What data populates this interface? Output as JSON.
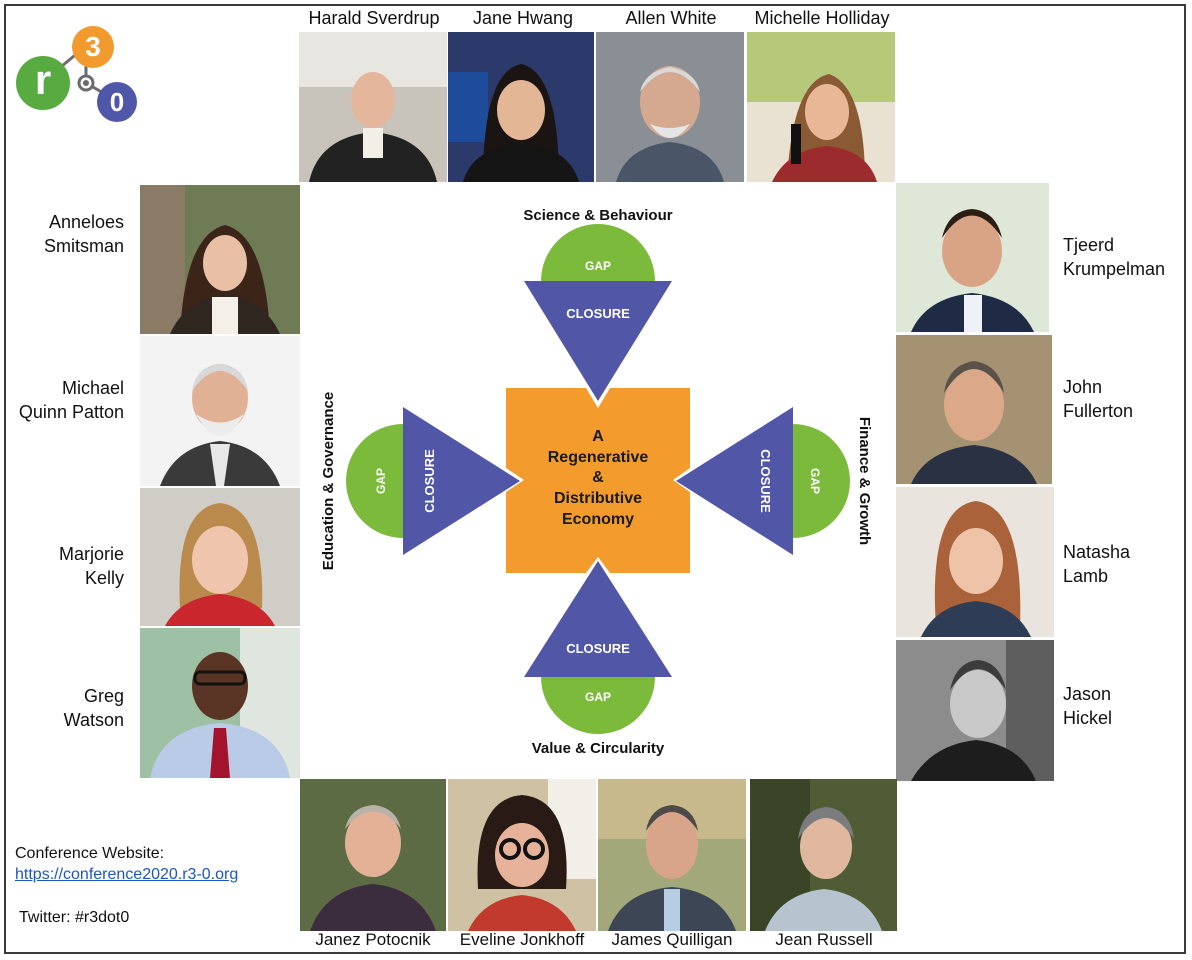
{
  "logo": {
    "top_digit": "3",
    "left_letter": "r",
    "right_digit": "0",
    "colors": {
      "orange": "#f29a2e",
      "green": "#58ab41",
      "blue": "#4f58a8",
      "connector": "#6b6b6b"
    }
  },
  "speakers": {
    "top": [
      "Harald Sverdrup",
      "Jane Hwang",
      "Allen White",
      "Michelle Holliday"
    ],
    "left": [
      "Anneloes\nSmitsman",
      "Michael\nQuinn Patton",
      "Marjorie\nKelly",
      "Greg\nWatson"
    ],
    "right": [
      "Tjeerd\nKrumpelman",
      "John\nFullerton",
      "Natasha\nLamb",
      "Jason\nHickel"
    ],
    "bottom": [
      "Janez Potocnik",
      "Eveline Jonkhoff",
      "James Quilligan",
      "Jean Russell"
    ]
  },
  "diagram": {
    "center_lines": [
      "A",
      "Regenerative",
      "&",
      "Distributive",
      "Economy"
    ],
    "gap_label": "GAP",
    "closure_label": "CLOSURE",
    "axes": {
      "top": "Science & Behaviour",
      "bottom": "Value & Circularity",
      "left": "Education & Governance",
      "right": "Finance & Growth"
    },
    "colors": {
      "center": "#f39c2d",
      "triangle": "#5157a6",
      "gap": "#7cba3c"
    }
  },
  "footer": {
    "website_label": "Conference Website:",
    "website_url": "https://conference2020.r3-0.org",
    "twitter": "Twitter: #r3dot0"
  }
}
